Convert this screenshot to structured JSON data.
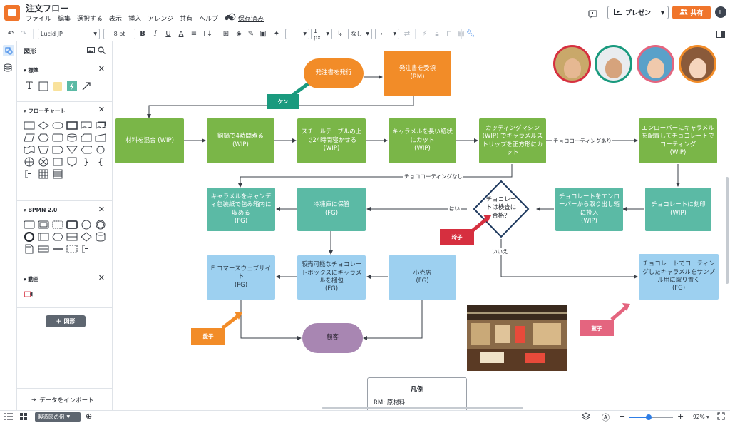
{
  "app": {
    "document_title": "注文フロー",
    "menu": [
      "ファイル",
      "編集",
      "選択する",
      "表示",
      "挿入",
      "アレンジ",
      "共有",
      "ヘルプ"
    ],
    "save_status": "保存済み",
    "present_label": "プレゼン",
    "share_label": "共有",
    "user_initial": "L"
  },
  "toolbar": {
    "font": "Lucid JP",
    "font_size": "8 pt",
    "line_width": "1 px",
    "arrow_start": "なし"
  },
  "shapes_panel": {
    "title": "図形",
    "sections": [
      "標準",
      "フローチャート",
      "BPMN 2.0",
      "動画"
    ],
    "add_shapes_label": "図形",
    "import_data_label": "データをインポート"
  },
  "diagram": {
    "nodes": {
      "send_po": "発注書を発行",
      "receive_po": "発注書を受領\n(RM)",
      "mix": "材料を混合 (WIP)",
      "boil": "銅鍋で4時間煮る\n(WIP)",
      "cool": "スチールテーブルの上で24時間寝かせる\n(WIP)",
      "cut_long": "キャラメルを長い紐状にカット\n(WIP)",
      "cut_square": "カッティングマシン (WIP) でキャラメルストリップを正方形にカット",
      "enrober": "エンローバーにキャラメルを配置してチョコレートでコーティング\n(WIP)",
      "stamp": "チョコレートに刻印\n(WIP)",
      "take_out": "チョコレートをエンローバーから取り出し箱に投入\n(WIP)",
      "decision": "チョコレートは検査に合格？",
      "wrap": "キャラメルをキャンディ包装紙で包み箱内に収める\n(FG)",
      "freezer": "冷凍庫に保管\n(FG)",
      "ecommerce": "E コマースウェブサイト\n(FG)",
      "gift_box": "販売可能なチョコレートボックスにキャラメルを梱包\n(FG)",
      "retail": "小売店\n(FG)",
      "customer": "顧客",
      "sample": "チョコレートでコーティングしたキャラメルをサンプル用に取り置く\n(FG)"
    },
    "edge_labels": {
      "with_choco": "チョココーティングあり",
      "without_choco": "チョココーティングなし",
      "yes": "はい",
      "no": "いいえ"
    },
    "collaborators": [
      "ケン",
      "玲子",
      "愛子",
      "藍子"
    ],
    "legend": {
      "title": "凡例",
      "rm": "RM: 原材料"
    }
  },
  "colors": {
    "accent": "#f0752b",
    "green": "#7ab648",
    "teal": "#5bbaa5",
    "blue": "#9dd0f0",
    "orange": "#f28c28",
    "purple": "#a886b2",
    "tag_ken": "#1a9a7e",
    "tag_reiko": "#d62f3f",
    "tag_aiko": "#f28c28",
    "tag_aiko2": "#e4657f"
  },
  "status": {
    "page_tab": "製造図の例",
    "zoom": "92%",
    "zoom_fraction": 0.45
  }
}
